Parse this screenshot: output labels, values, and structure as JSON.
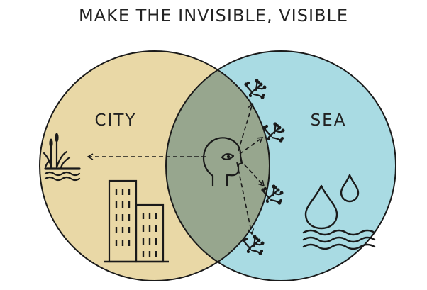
{
  "diagram": {
    "title": "MAKE THE INVISIBLE, VISIBLE",
    "left_circle": {
      "label": "CITY",
      "color": "#e9d8a6"
    },
    "right_circle": {
      "label": "SEA",
      "color": "#a9dbe3"
    },
    "overlap_color": "#97a68e",
    "stroke_color": "#1a1a1a"
  }
}
